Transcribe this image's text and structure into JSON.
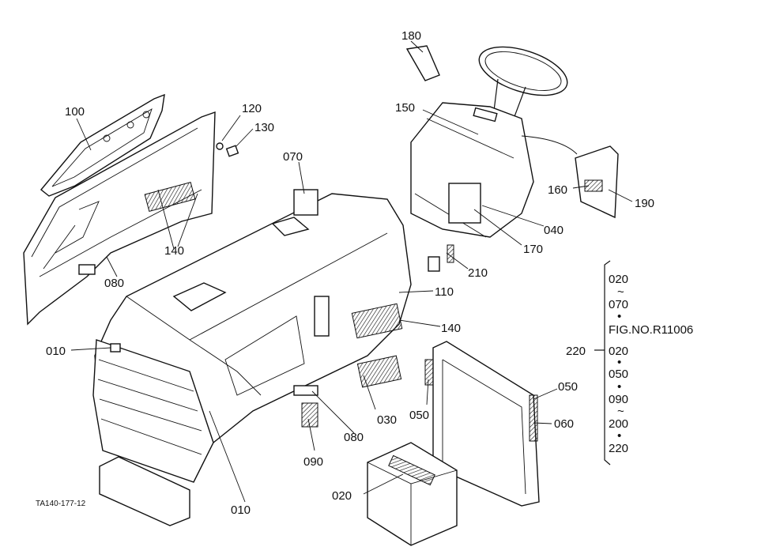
{
  "diagram_code": "TA140-177-12",
  "callouts": {
    "c100": "100",
    "c120": "120",
    "c130": "130",
    "c140_upper": "140",
    "c080_upper": "080",
    "c180": "180",
    "c150": "150",
    "c070": "070",
    "c160": "160",
    "c190": "190",
    "c040": "040",
    "c170": "170",
    "c210": "210",
    "c110": "110",
    "c140_lower": "140",
    "c010_left": "010",
    "c030": "030",
    "c080_lower": "080",
    "c090": "090",
    "c050_left": "050",
    "c050_right": "050",
    "c060": "060",
    "c020": "020",
    "c010_bottom": "010",
    "c220": "220"
  },
  "set_list": [
    "020",
    "070",
    "FIG.NO.R11006",
    "020",
    "050",
    "090",
    "200",
    "220"
  ],
  "set_separators": [
    "~",
    "•",
    "•",
    "•",
    "~",
    "•",
    "~"
  ]
}
